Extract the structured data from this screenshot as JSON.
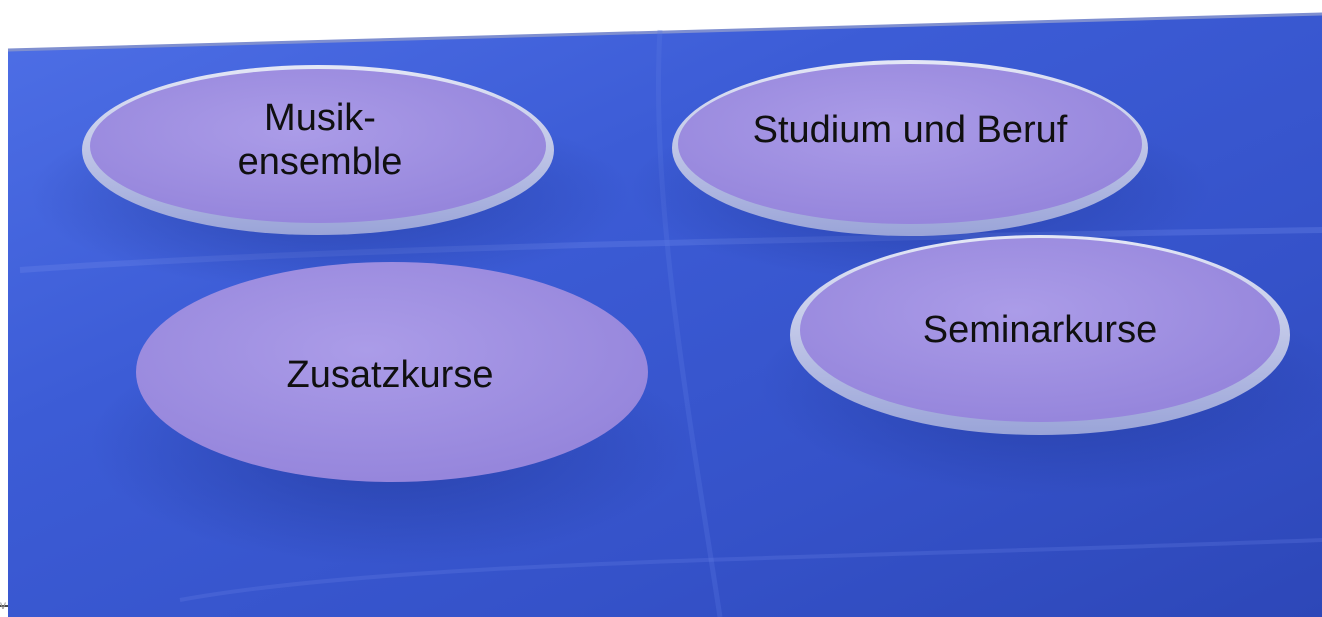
{
  "plates": [
    {
      "id": "musikensemble",
      "lines": [
        "Musik-",
        "ensemble"
      ]
    },
    {
      "id": "studium-und-beruf",
      "lines": [
        "Studium und Beruf"
      ]
    },
    {
      "id": "zusatzkurse",
      "lines": [
        "Zusatzkurse"
      ]
    },
    {
      "id": "seminarkurse",
      "lines": [
        "Seminarkurse"
      ]
    }
  ],
  "colors": {
    "tablecloth": "#3f5fd6",
    "tablecloth_dark": "#2c45b0",
    "plate_rim": "#b9c0e6",
    "plate_fill": "#a08fe0",
    "text": "#101010"
  },
  "edge_text": "v"
}
